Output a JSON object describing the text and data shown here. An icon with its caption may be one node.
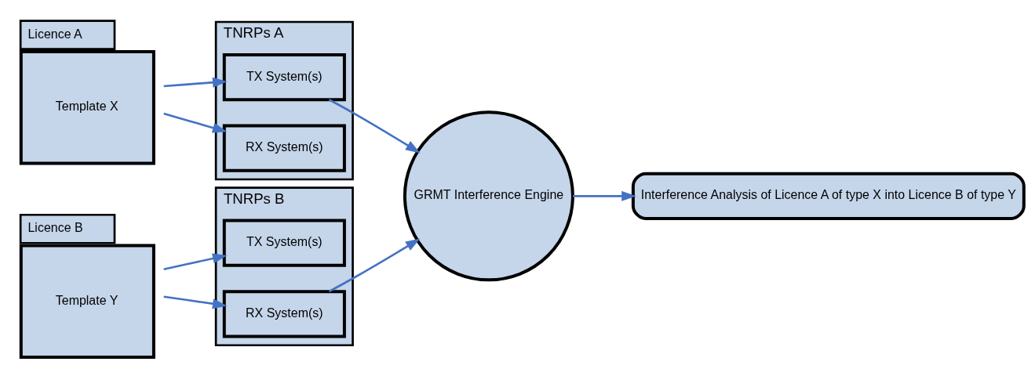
{
  "diagram": {
    "nodes": [
      {
        "text": [
          "Licence A",
          "Template X"
        ]
      },
      {
        "text": [
          "TNRPs A"
        ]
      },
      {
        "text": [
          "TX System(s)"
        ],
        "in": 1
      },
      {
        "text": [
          "RX System(s)"
        ],
        "in": 1
      },
      {
        "text": [
          "Licence B",
          "Template Y"
        ]
      },
      {
        "text": [
          "TNRPs B"
        ]
      },
      {
        "text": [
          "TX System(s)"
        ],
        "in": 5
      },
      {
        "text": [
          "RX System(s)"
        ],
        "in": 5
      },
      {
        "text": [
          "GRMT Interference Engine"
        ]
      },
      {
        "text": [
          "Interference Analysis of Licence A of type X into Licence B of type Y"
        ]
      }
    ],
    "edges": [
      {
        "from": 0,
        "to": 2,
        "arrow": "to"
      },
      {
        "from": 0,
        "to": 3,
        "arrow": "to"
      },
      {
        "from": 4,
        "to": 6,
        "arrow": "to"
      },
      {
        "from": 4,
        "to": 7,
        "arrow": "to"
      },
      {
        "from": 2,
        "to": 8,
        "arrow": "to"
      },
      {
        "from": 7,
        "to": 8,
        "arrow": "to"
      },
      {
        "from": 8,
        "to": 9,
        "arrow": "to"
      }
    ]
  }
}
